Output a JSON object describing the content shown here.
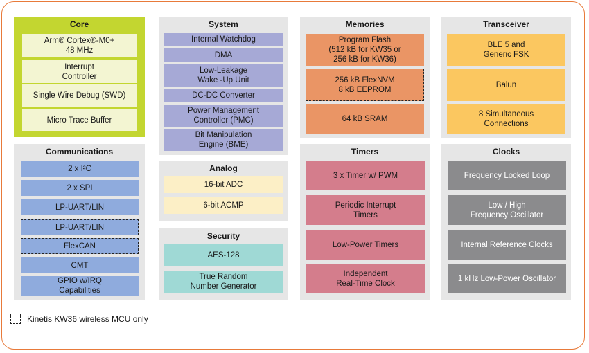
{
  "legend": {
    "text": "Kinetis KW36 wireless MCU only"
  },
  "core": {
    "title": "Core",
    "items": [
      {
        "lines": [
          "Arm® Cortex®-M0+",
          "48 MHz"
        ]
      },
      {
        "lines": [
          "Interrupt",
          "Controller"
        ]
      },
      {
        "lines": [
          "Single Wire Debug (SWD)"
        ]
      },
      {
        "lines": [
          "Micro Trace Buffer"
        ]
      }
    ]
  },
  "system": {
    "title": "System",
    "items": [
      {
        "lines": [
          "Internal Watchdog"
        ]
      },
      {
        "lines": [
          "DMA"
        ]
      },
      {
        "lines": [
          "Low-Leakage",
          "Wake -Up Unit"
        ]
      },
      {
        "lines": [
          "DC-DC Converter"
        ]
      },
      {
        "lines": [
          "Power Management",
          "Controller (PMC)"
        ]
      },
      {
        "lines": [
          "Bit Manipulation",
          "Engine (BME)"
        ]
      }
    ]
  },
  "memories": {
    "title": "Memories",
    "items": [
      {
        "lines": [
          "Program Flash",
          "(512 kB for KW35 or",
          "256 kB for KW36)"
        ],
        "kw36_only": false
      },
      {
        "lines": [
          "256 kB FlexNVM",
          "8 kB EEPROM"
        ],
        "kw36_only": true
      },
      {
        "lines": [
          "64 kB SRAM"
        ],
        "kw36_only": false
      }
    ]
  },
  "transceiver": {
    "title": "Transceiver",
    "items": [
      {
        "lines": [
          "BLE 5 and",
          "Generic FSK"
        ]
      },
      {
        "lines": [
          "Balun"
        ]
      },
      {
        "lines": [
          "8 Simultaneous",
          "Connections"
        ]
      }
    ]
  },
  "communications": {
    "title": "Communications",
    "items": [
      {
        "lines": [
          "2 x  I²C"
        ],
        "kw36_only": false
      },
      {
        "lines": [
          "2 x  SPI"
        ],
        "kw36_only": false
      },
      {
        "lines": [
          "LP-UART/LIN"
        ],
        "kw36_only": false
      },
      {
        "lines": [
          "LP-UART/LIN"
        ],
        "kw36_only": true
      },
      {
        "lines": [
          "FlexCAN"
        ],
        "kw36_only": true
      },
      {
        "lines": [
          "CMT"
        ],
        "kw36_only": false
      },
      {
        "lines": [
          "GPIO w/IRQ",
          "Capabilities"
        ],
        "kw36_only": false
      }
    ]
  },
  "analog": {
    "title": "Analog",
    "items": [
      {
        "lines": [
          "16-bit ADC"
        ]
      },
      {
        "lines": [
          "6-bit ACMP"
        ]
      }
    ]
  },
  "security": {
    "title": "Security",
    "items": [
      {
        "lines": [
          "AES-128"
        ]
      },
      {
        "lines": [
          "True Random",
          "Number Generator"
        ]
      }
    ]
  },
  "timers": {
    "title": "Timers",
    "items": [
      {
        "lines": [
          "3 x Timer w/ PWM"
        ]
      },
      {
        "lines": [
          "Periodic Interrupt",
          "Timers"
        ]
      },
      {
        "lines": [
          "Low-Power Timers"
        ]
      },
      {
        "lines": [
          "Independent",
          "Real-Time Clock"
        ]
      }
    ]
  },
  "clocks": {
    "title": "Clocks",
    "items": [
      {
        "lines": [
          "Frequency Locked Loop"
        ]
      },
      {
        "lines": [
          "Low / High",
          "Frequency Oscillator"
        ]
      },
      {
        "lines": [
          "Internal Reference Clocks"
        ]
      },
      {
        "lines": [
          "1 kHz Low-Power Oscillator"
        ]
      }
    ]
  }
}
